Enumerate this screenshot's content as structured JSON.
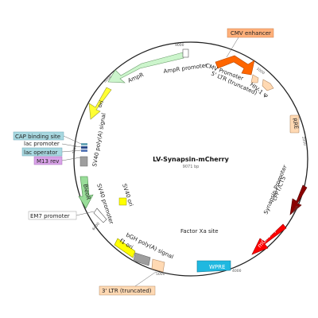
{
  "plasmid": {
    "name": "LV-Synapsin-mCherry",
    "size": "9071 bp"
  },
  "ticks": {
    "t9000": "9000",
    "t1000": "1000",
    "t2000": "2000",
    "t3000": "3000",
    "t4000": "4000",
    "t5000": "5000",
    "t6000": "6000",
    "t7000": "7000",
    "t8000": "8000"
  },
  "features": {
    "ampr": "AmpR",
    "ampr_promoter": "AmpR promoter",
    "ori": "ori",
    "sv40_polya": "SV40 poly(A) signal",
    "cmv_promoter": "CMV Promoter",
    "ltr5": "5' LTR (truncated)",
    "hiv1": "HIV-1 Ψ",
    "rre": "RRE",
    "synapsin_promoter": "Synapsin Promoter",
    "cppt": "cPPT/CTS",
    "mcherry": "mCherry",
    "wpre": "WPRE",
    "factor_xa": "Factor Xa site",
    "bgh": "bGH poly(A) signal",
    "f1ori": "f1 ori",
    "sv40_promoter": "SV40 promoter",
    "sv40_ori": "SV40 ori",
    "bleor": "BleoR"
  },
  "boxed": {
    "cmv_enhancer": "CMV enhancer",
    "cap": "CAP binding site",
    "lac_promoter": "lac promoter",
    "lac_operator": "lac operator",
    "m13rev": "M13 rev",
    "em7": "EM7 promoter",
    "ltr3": "3' LTR (truncated)"
  },
  "colors": {
    "ampr": "#ccf5cc",
    "ori": "#ffff33",
    "cmv": "#ff6600",
    "ltr": "#ffd9b3",
    "hiv": "#ffd9b3",
    "rre": "#ffd9b3",
    "cppt": "#8b0000",
    "mcherry": "#ff0000",
    "wpre": "#1fb8e0",
    "bgh": "#9e9e9e",
    "f1ori": "#ffff00",
    "bleor": "#99dd99",
    "cap_box": "#a8d8e0",
    "m13_box": "#d9a3e8",
    "cmv_box": "#ffb07a",
    "ltr3_box": "#ffd9b3"
  }
}
